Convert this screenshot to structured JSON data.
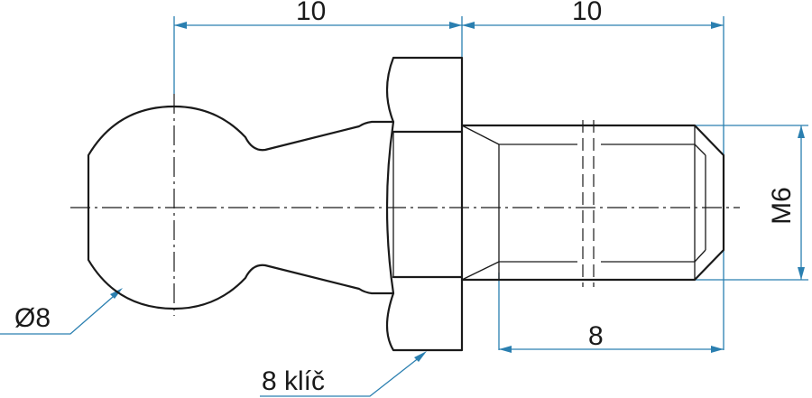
{
  "dimensions": {
    "left_length": "10",
    "right_length": "10",
    "thread_length": "8",
    "thread_size": "M6",
    "ball_diameter": "Ø8",
    "wrench_size": "8 klíč"
  },
  "colors": {
    "dimension": "#2a7fb0",
    "outline": "#1a1a1a"
  }
}
